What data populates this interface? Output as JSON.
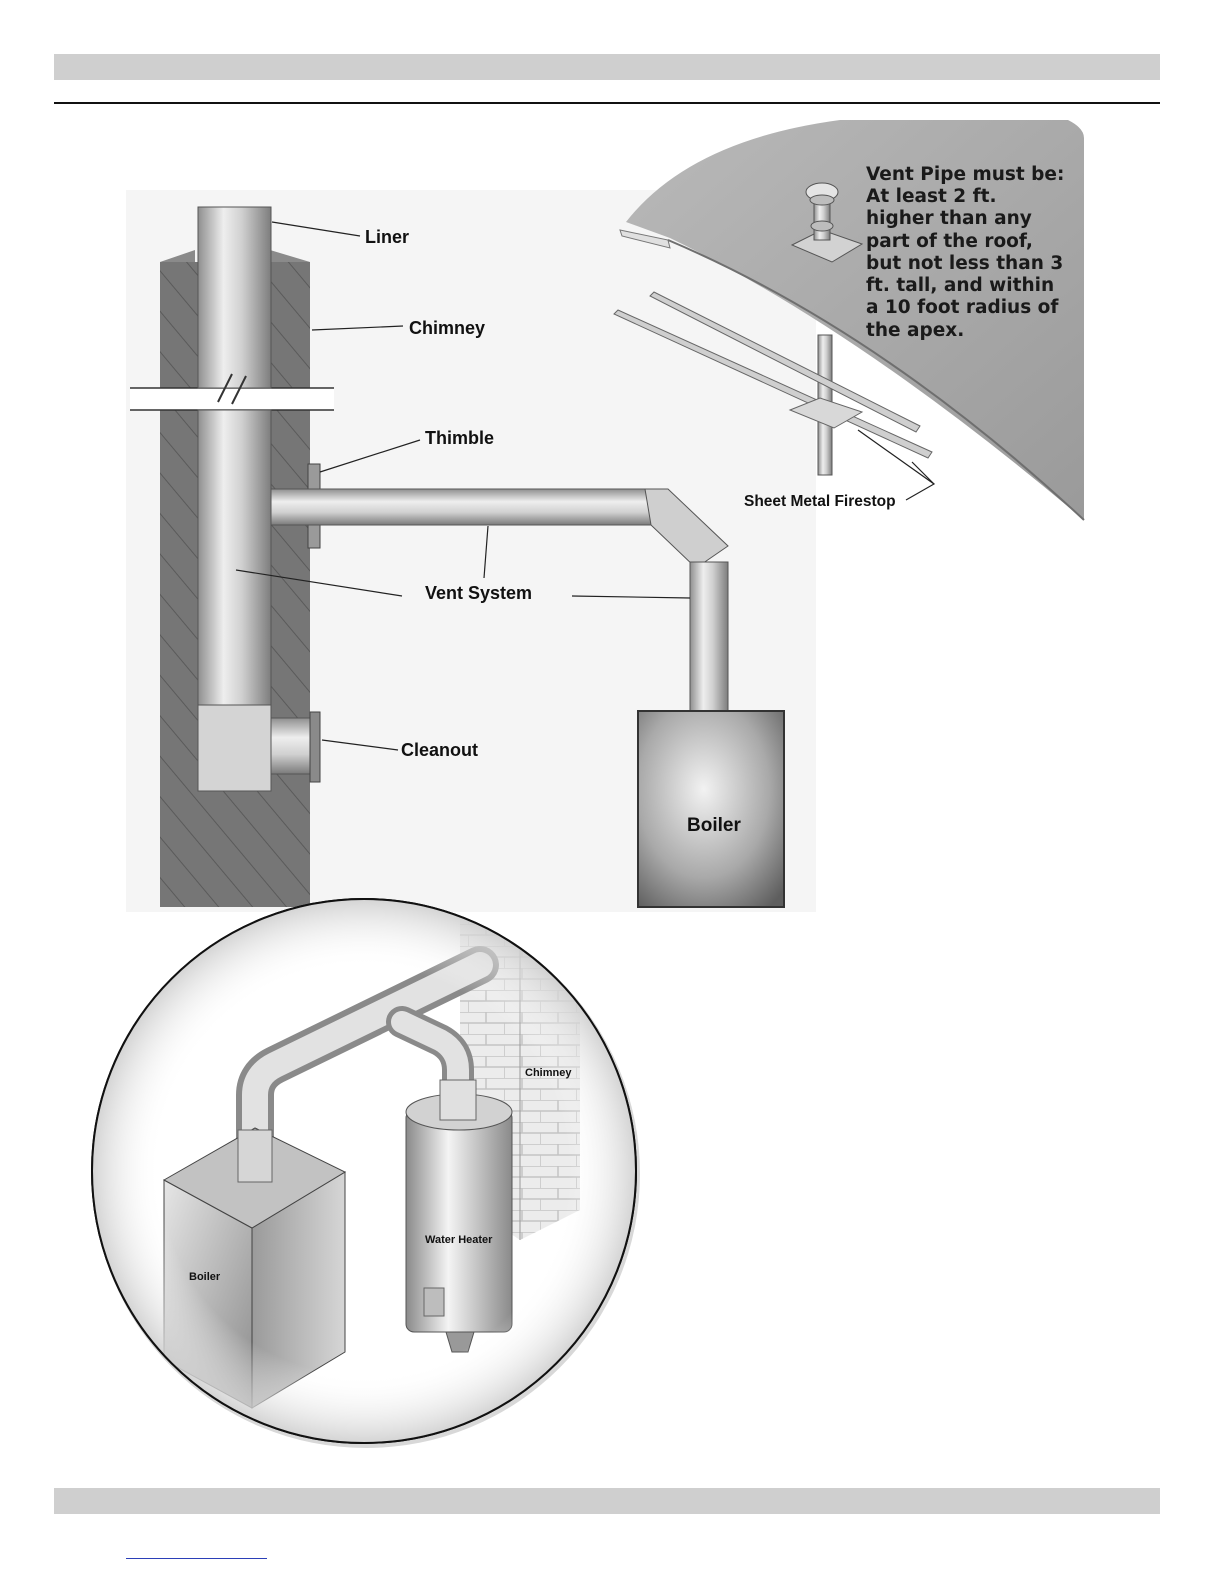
{
  "diagram": {
    "labels": {
      "liner": "Liner",
      "chimney": "Chimney",
      "thimble": "Thimble",
      "vent_system": "Vent System",
      "cleanout": "Cleanout",
      "boiler": "Boiler",
      "sheet_metal_firestop": "Sheet Metal Firestop"
    },
    "roof_note": [
      "Vent Pipe must be:",
      "At least 2 ft.",
      "higher than any",
      "part of the roof,",
      "but not less than 3",
      "ft. tall, and within",
      "a 10 foot radius of",
      "the apex."
    ],
    "inset": {
      "chimney": "Chimney",
      "water_heater": "Water Heater",
      "boiler": "Boiler"
    }
  }
}
